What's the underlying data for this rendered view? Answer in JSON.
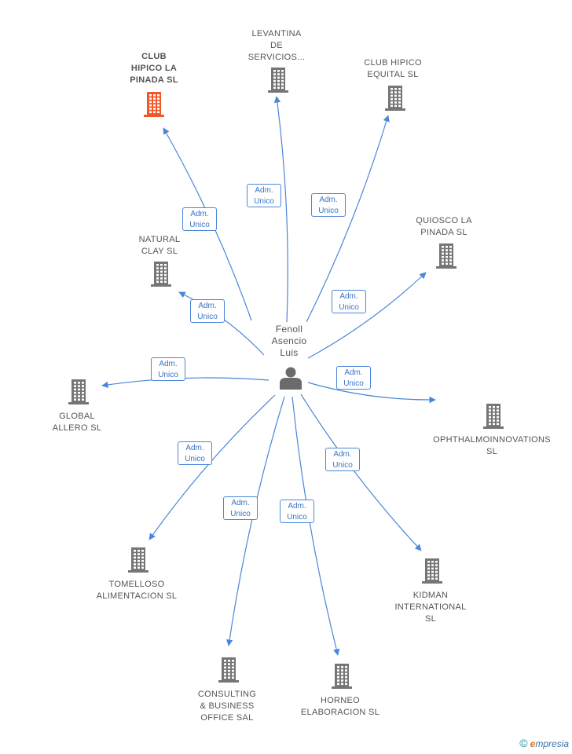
{
  "colors": {
    "edge": "#4a86d9",
    "building": "#757575",
    "building_highlight": "#f0582a",
    "person": "#6b6b6b"
  },
  "center": {
    "label": "Fenoll\nAsencio\nLuis",
    "icon": "person-icon"
  },
  "companies": [
    {
      "id": "club-hipico-la-pinada",
      "label": "CLUB\nHIPICO LA\nPINADA  SL",
      "highlight": true,
      "edge_label": "Adm.\nUnico"
    },
    {
      "id": "levantina-de-servicios",
      "label": "LEVANTINA\nDE\nSERVICIOS...",
      "highlight": false,
      "edge_label": "Adm.\nUnico"
    },
    {
      "id": "club-hipico-equital",
      "label": "CLUB HIPICO\nEQUITAL SL",
      "highlight": false,
      "edge_label": "Adm.\nUnico"
    },
    {
      "id": "quiosco-la-pinada",
      "label": "QUIOSCO LA\nPINADA  SL",
      "highlight": false,
      "edge_label": "Adm.\nUnico"
    },
    {
      "id": "natural-clay",
      "label": "NATURAL\nCLAY  SL",
      "highlight": false,
      "edge_label": "Adm.\nUnico"
    },
    {
      "id": "global-allero",
      "label": "GLOBAL\nALLERO SL",
      "highlight": false,
      "edge_label": "Adm.\nUnico"
    },
    {
      "id": "ophthalmoinnovations",
      "label": "OPHTHALMOINNOVATIONS\nSL",
      "highlight": false,
      "edge_label": "Adm.\nUnico"
    },
    {
      "id": "tomelloso-alimentacion",
      "label": "TOMELLOSO\nALIMENTACION SL",
      "highlight": false,
      "edge_label": "Adm.\nUnico"
    },
    {
      "id": "kidman-international",
      "label": "KIDMAN\nINTERNATIONAL\nSL",
      "highlight": false,
      "edge_label": "Adm.\nUnico"
    },
    {
      "id": "consulting-business-office",
      "label": "CONSULTING\n& BUSINESS\nOFFICE SAL",
      "highlight": false,
      "edge_label": "Adm.\nUnico"
    },
    {
      "id": "horneo-elaboracion",
      "label": "HORNEO\nELABORACION SL",
      "highlight": false,
      "edge_label": "Adm.\nUnico"
    }
  ],
  "footer": {
    "copyright": "©",
    "brand_initial": "e",
    "brand_rest": "mpresia"
  }
}
